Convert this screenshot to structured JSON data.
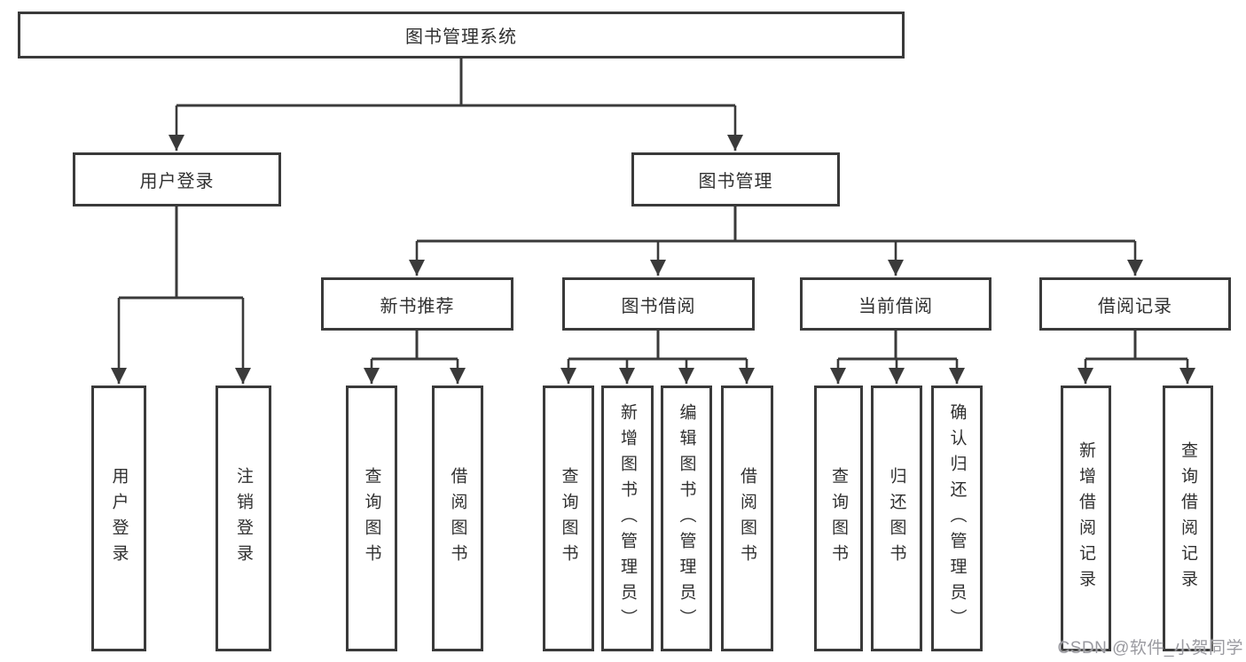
{
  "title": "图书管理系统",
  "tree": {
    "root": {
      "label": "图书管理系统"
    },
    "level2": [
      {
        "label": "用户登录"
      },
      {
        "label": "图书管理"
      }
    ],
    "level3": [
      {
        "label": "新书推荐"
      },
      {
        "label": "图书借阅"
      },
      {
        "label": "当前借阅"
      },
      {
        "label": "借阅记录"
      }
    ],
    "leaves": {
      "user_login": [
        "用户登录",
        "注销登录"
      ],
      "new_book": [
        "查询图书",
        "借阅图书"
      ],
      "book_borrow": [
        "查询图书",
        "新增图书（管理员）",
        "编辑图书（管理员）",
        "借阅图书"
      ],
      "current_borrow": [
        "查询图书",
        "归还图书",
        "确认归还（管理员）"
      ],
      "borrow_record": [
        "新增借阅记录",
        "查询借阅记录"
      ]
    }
  },
  "watermark": "CSDN @软件_小贺同学",
  "colors": {
    "line": "#3a3a3a",
    "box_border": "#3a3a3a",
    "box_fill": "#ffffff",
    "text": "#303030",
    "watermark": "#9a9aa0"
  }
}
